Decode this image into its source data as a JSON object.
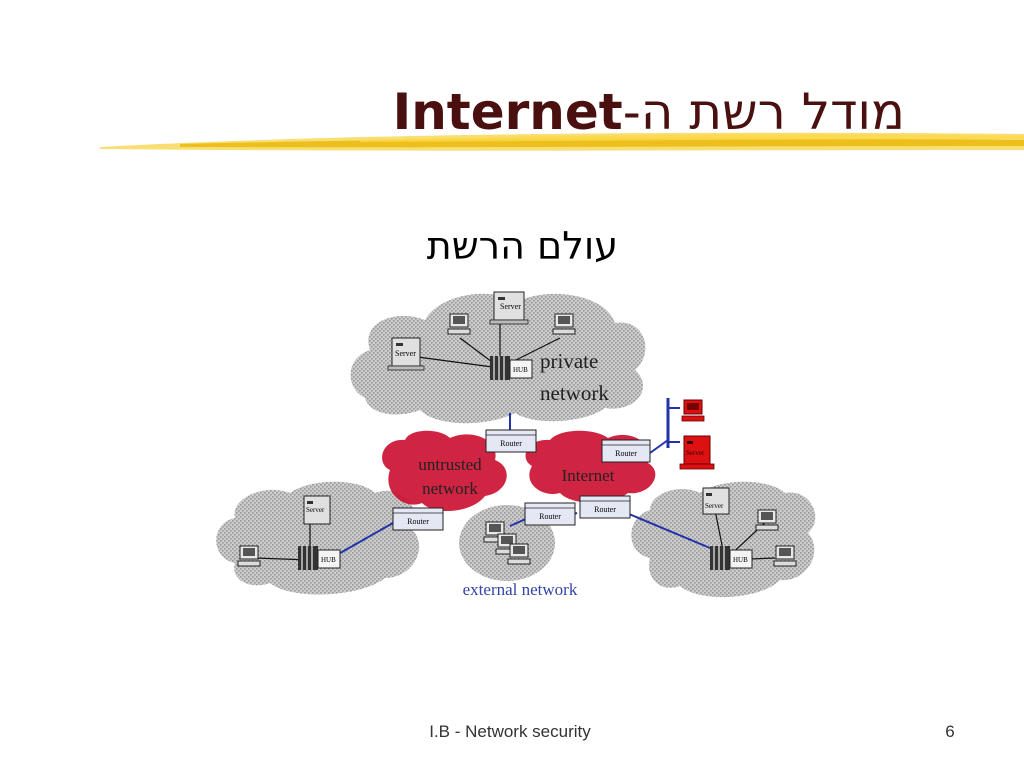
{
  "slide": {
    "title_hebrew": "מודל רשת ה-",
    "title_latin": "Internet",
    "subtitle": "עולם הרשת",
    "footer": "I.B - Network security",
    "page_number": "6"
  },
  "diagram": {
    "clouds": {
      "private": "private network",
      "private_line1": "private",
      "private_line2": "network",
      "untrusted_line1": "untrusted",
      "untrusted_line2": "network",
      "internet": "Internet",
      "external": "external network"
    },
    "device_labels": {
      "server": "Server",
      "hub": "HUB",
      "router": "Router"
    }
  },
  "colors": {
    "title": "#4a0f0f",
    "accent_stroke": "#f2c200",
    "cloud_gray": "#c9c9c9",
    "cloud_red": "#cc1133",
    "link_blue": "#2233aa",
    "external_label": "#3344aa",
    "red_device": "#dd1111"
  }
}
